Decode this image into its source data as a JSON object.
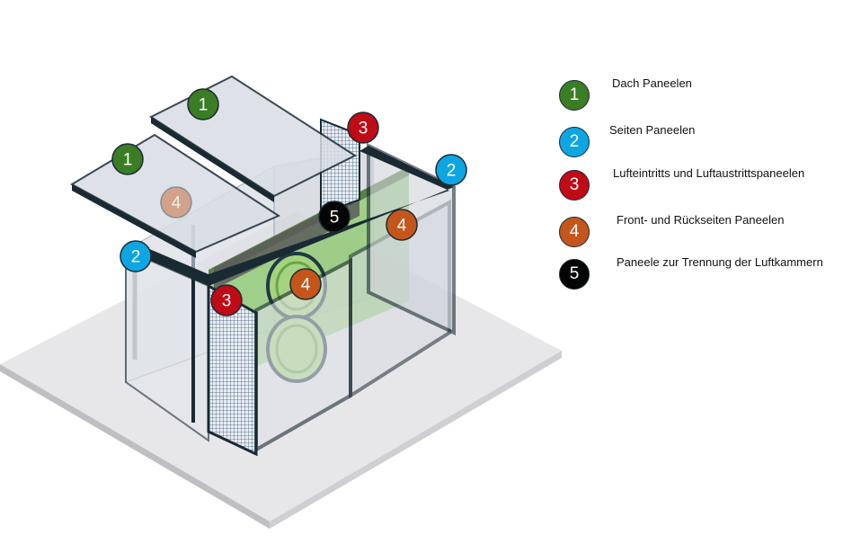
{
  "colors": {
    "green": "#3a7d24",
    "blue": "#0ea5e3",
    "red": "#c00a16",
    "orange": "#c4561c",
    "black": "#050505",
    "frame": "#1a2a33",
    "panel_fill": "#d8dce3",
    "platform": "#e6e6e8",
    "green_panel": "#8bc86a"
  },
  "markers": [
    {
      "id": "m1a",
      "number": "1",
      "color": "green"
    },
    {
      "id": "m1b",
      "number": "1",
      "color": "green"
    },
    {
      "id": "m2a",
      "number": "2",
      "color": "blue"
    },
    {
      "id": "m2b",
      "number": "2",
      "color": "blue"
    },
    {
      "id": "m3a",
      "number": "3",
      "color": "red"
    },
    {
      "id": "m3b",
      "number": "3",
      "color": "red"
    },
    {
      "id": "m4a",
      "number": "4",
      "color": "orange"
    },
    {
      "id": "m4b",
      "number": "4",
      "color": "orange"
    },
    {
      "id": "m4c",
      "number": "4",
      "color": "orange"
    },
    {
      "id": "m5a",
      "number": "5",
      "color": "black"
    }
  ],
  "legend": [
    {
      "number": "1",
      "label": "Dach Paneelen",
      "color": "green"
    },
    {
      "number": "2",
      "label": "Seiten Paneelen",
      "color": "blue"
    },
    {
      "number": "3",
      "label": "Lufteintritts und Luftaustrittspaneelen",
      "color": "red"
    },
    {
      "number": "4",
      "label": "Front- und Rückseiten Paneelen",
      "color": "orange"
    },
    {
      "number": "5",
      "label": "Paneele zur Trennung der Luftkammern",
      "color": "black"
    }
  ]
}
